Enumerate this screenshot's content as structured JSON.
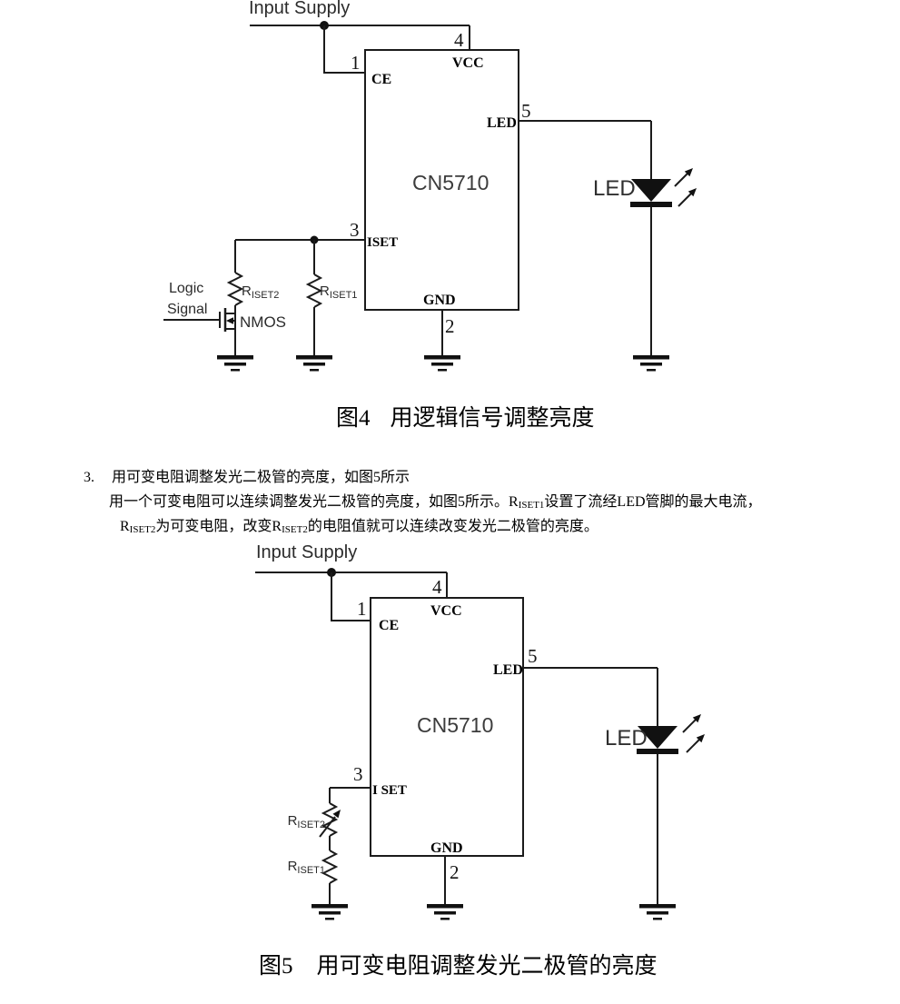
{
  "colors": {
    "wire": "#1b1b1b",
    "ink": "#000000",
    "background": "#ffffff"
  },
  "figure4": {
    "input_supply": "Input Supply",
    "chip_name": "CN5710",
    "pins": {
      "n1": "1",
      "n2": "2",
      "n3": "3",
      "n4": "4",
      "n5": "5",
      "ce": "CE",
      "vcc": "VCC",
      "led": "LED",
      "iset": "ISET",
      "gnd": "GND"
    },
    "logic_signal": {
      "line1": "Logic",
      "line2": "Signal"
    },
    "nmos": "NMOS",
    "riset2": {
      "base": "R",
      "sub": "ISET2"
    },
    "riset1": {
      "base": "R",
      "sub": "ISET1"
    },
    "led_label": "LED",
    "caption": {
      "num": "图4",
      "text": "用逻辑信号调整亮度"
    }
  },
  "paragraph": {
    "item_number": "3.",
    "line1": "用可变电阻调整发光二极管的亮度，如图5所示",
    "line2": {
      "pre": "用一个可变电阻可以连续调整发光二极管的亮度，如图5所示。",
      "r_base": "R",
      "r_sub": "ISET1",
      "post": "设置了流经LED管脚的最大电流，"
    },
    "line3": {
      "r1_base": "R",
      "r1_sub": "ISET2",
      "mid": "为可变电阻，改变",
      "r2_base": "R",
      "r2_sub": "ISET2",
      "post": "的电阻值就可以连续改变发光二极管的亮度。"
    }
  },
  "figure5": {
    "input_supply": "Input Supply",
    "chip_name": "CN5710",
    "pins": {
      "n1": "1",
      "n2": "2",
      "n3": "3",
      "n4": "4",
      "n5": "5",
      "ce": "CE",
      "vcc": "VCC",
      "led": "LED",
      "iset": "I SET",
      "gnd": "GND"
    },
    "riset2": {
      "base": "R",
      "sub": "ISET2"
    },
    "riset1": {
      "base": "R",
      "sub": "ISET1"
    },
    "led_label": "LED",
    "caption": {
      "num": "图5",
      "text": "用可变电阻调整发光二极管的亮度"
    }
  }
}
